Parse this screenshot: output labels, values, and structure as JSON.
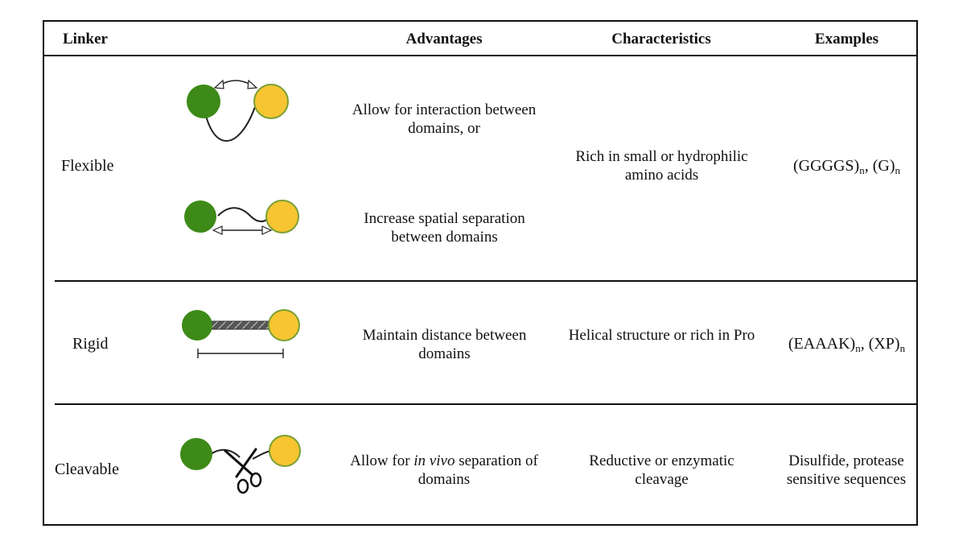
{
  "headers": {
    "linker": "Linker",
    "advantages": "Advantages",
    "characteristics": "Characteristics",
    "examples": "Examples"
  },
  "rows": [
    {
      "linker": "Flexible",
      "advantages": [
        "Allow for interaction between domains, or",
        "Increase spatial separation between domains"
      ],
      "characteristics": "Rich in small or hydrophilic amino acids",
      "examples": {
        "a": "(GGGGS)",
        "a_sub": "n",
        "sep": ", ",
        "b": "(G)",
        "b_sub": "n"
      }
    },
    {
      "linker": "Rigid",
      "advantages": [
        "Maintain distance between domains"
      ],
      "characteristics": "Helical structure or rich in Pro",
      "examples": {
        "a": "(EAAAK)",
        "a_sub": "n",
        "sep": ", ",
        "b": "(XP)",
        "b_sub": "n"
      }
    },
    {
      "linker": "Cleavable",
      "advantages": [
        "Allow for",
        "in vivo",
        "separation of domains"
      ],
      "characteristics": "Reductive or enzymatic cleavage",
      "examples": {
        "text": "Disulfide, protease sensitive sequences"
      }
    }
  ],
  "colors": {
    "domain_green": "#3d8a18",
    "domain_yellow": "#f6c531",
    "rule": "#111111"
  },
  "icons": [
    "double-arrow-icon",
    "scissors-icon",
    "hatched-rod-icon",
    "scale-bar-icon"
  ]
}
